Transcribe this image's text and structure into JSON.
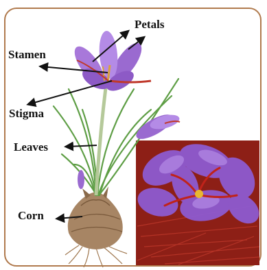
{
  "labels": {
    "petals": "Petals",
    "stamen": "Stamen",
    "stigma": "Stigma",
    "leaves": "Leaves",
    "corn": "Corn"
  },
  "colors": {
    "frame": "#b07a4d",
    "petal": "#9a6ad0",
    "leaf": "#6aa84f",
    "stigma": "#c0392b",
    "corm": "#9b7b5c",
    "saffron_threads": "#a8281c"
  }
}
